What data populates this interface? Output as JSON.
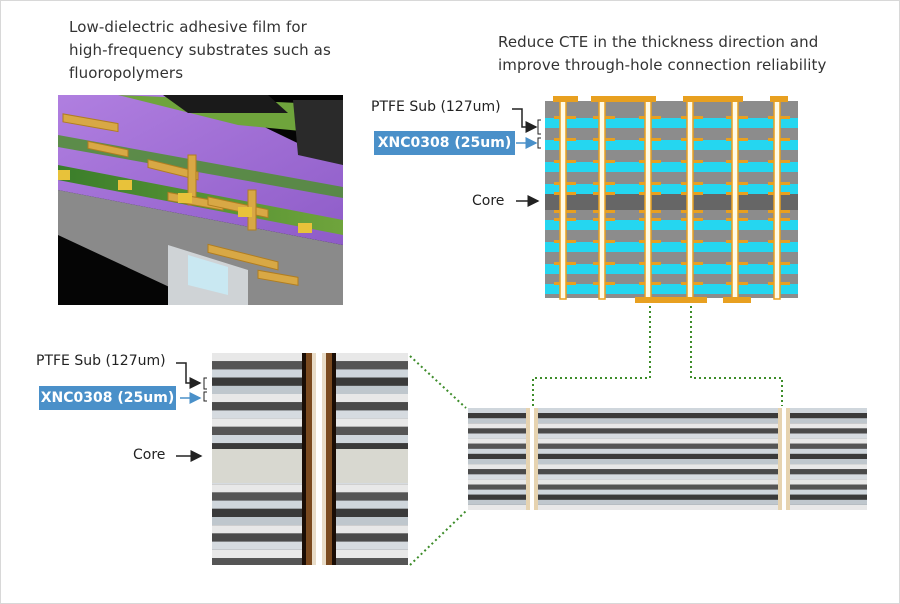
{
  "left_caption": {
    "line1": "Low-dielectric adhesive film for",
    "line2": "high-frequency substrates such as",
    "line3": "fluoropolymers"
  },
  "right_caption": {
    "line1": "Reduce CTE in the thickness direction and",
    "line2": "improve through-hole connection reliability"
  },
  "labels": {
    "ptfe_sub": "PTFE Sub (127um)",
    "xnc": "XNC0308 (25um)",
    "core": "Core"
  },
  "colors": {
    "accent_blue": "#4a90c9",
    "layer_cyan": "#25d6f0",
    "layer_gray": "#8c8c8c",
    "copper": "#e8a020",
    "leader_green": "#3d8c2a"
  }
}
